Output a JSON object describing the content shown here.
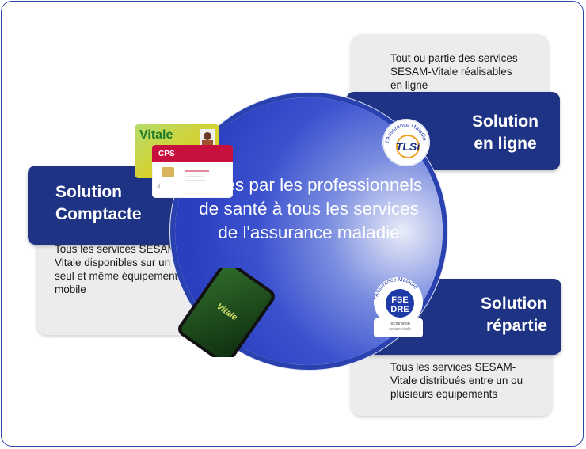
{
  "center": {
    "text": "Accès par les professionnels de santé à tous les services de l'assurance maladie"
  },
  "top_right": {
    "title_line1": "Solution",
    "title_line2": "en ligne",
    "description": "Tout ou partie des services SESAM-Vitale réalisables en ligne"
  },
  "left": {
    "title_line1": "Solution",
    "title_line2": "Comptacte",
    "description": "Tous les services SESAM-Vitale disponibles sur un seul et même équipement mobile"
  },
  "bottom_right": {
    "title_line1": "Solution",
    "title_line2": "répartie",
    "description": "Tous les services SESAM-Vitale distribués entre un ou plusieurs équipements"
  },
  "logos": {
    "tlsi": {
      "arc_text": "l'Assurance Maladie",
      "mark": "TLSi"
    },
    "fse": {
      "arc_text": "l'Assurance Maladie",
      "mark_line1": "FSE",
      "mark_line2": "DRE",
      "caption_line1": "facturation",
      "caption_line2": "sesam-vitale"
    }
  },
  "cards": {
    "vitale_label": "Vitale",
    "cps_label": "CPS",
    "phone_label": "Vitale"
  },
  "colors": {
    "navy": "#1e3384",
    "circle": "#2a41b0",
    "grey": "#ececee",
    "vitale_green": "#7cc242",
    "cps_red": "#c8103e"
  }
}
